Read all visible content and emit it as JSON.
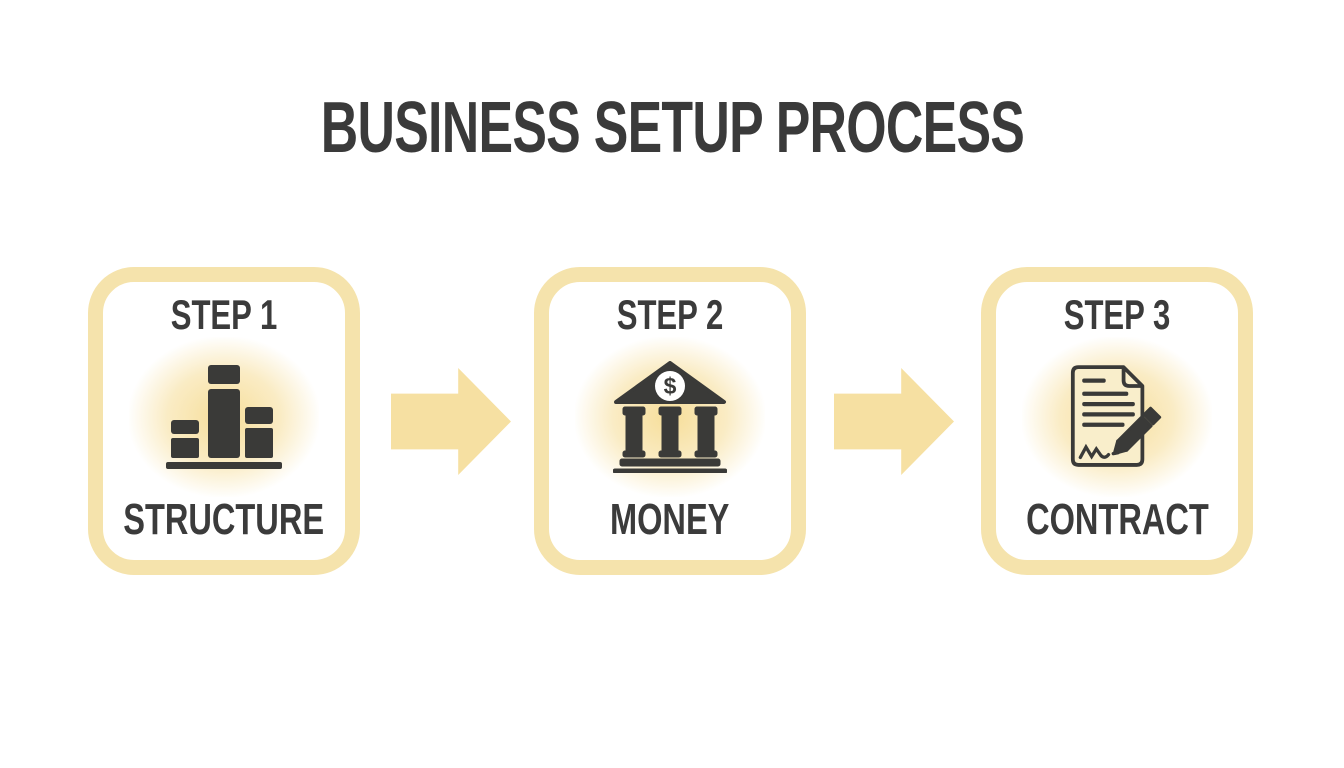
{
  "title": "BUSINESS SETUP PROCESS",
  "steps": [
    {
      "step_label": "STEP 1",
      "name": "STRUCTURE",
      "icon": "bar-chart-icon"
    },
    {
      "step_label": "STEP 2",
      "name": "MONEY",
      "icon": "bank-icon",
      "icon_symbol": "$"
    },
    {
      "step_label": "STEP 3",
      "name": "CONTRACT",
      "icon": "contract-signing-icon"
    }
  ],
  "flow": {
    "connector": "right-arrow",
    "direction": "left-to-right",
    "arrow_count": 2
  },
  "colors": {
    "background": "#ffffff",
    "card_border_cream": "#f5e3ac",
    "arrow_cream": "#f6e0a2",
    "icon_dark": "#3a3a38",
    "text_dark": "#3b3b3b",
    "document_fill": "#f9eecb",
    "icon_glow": "#f6dc94"
  }
}
